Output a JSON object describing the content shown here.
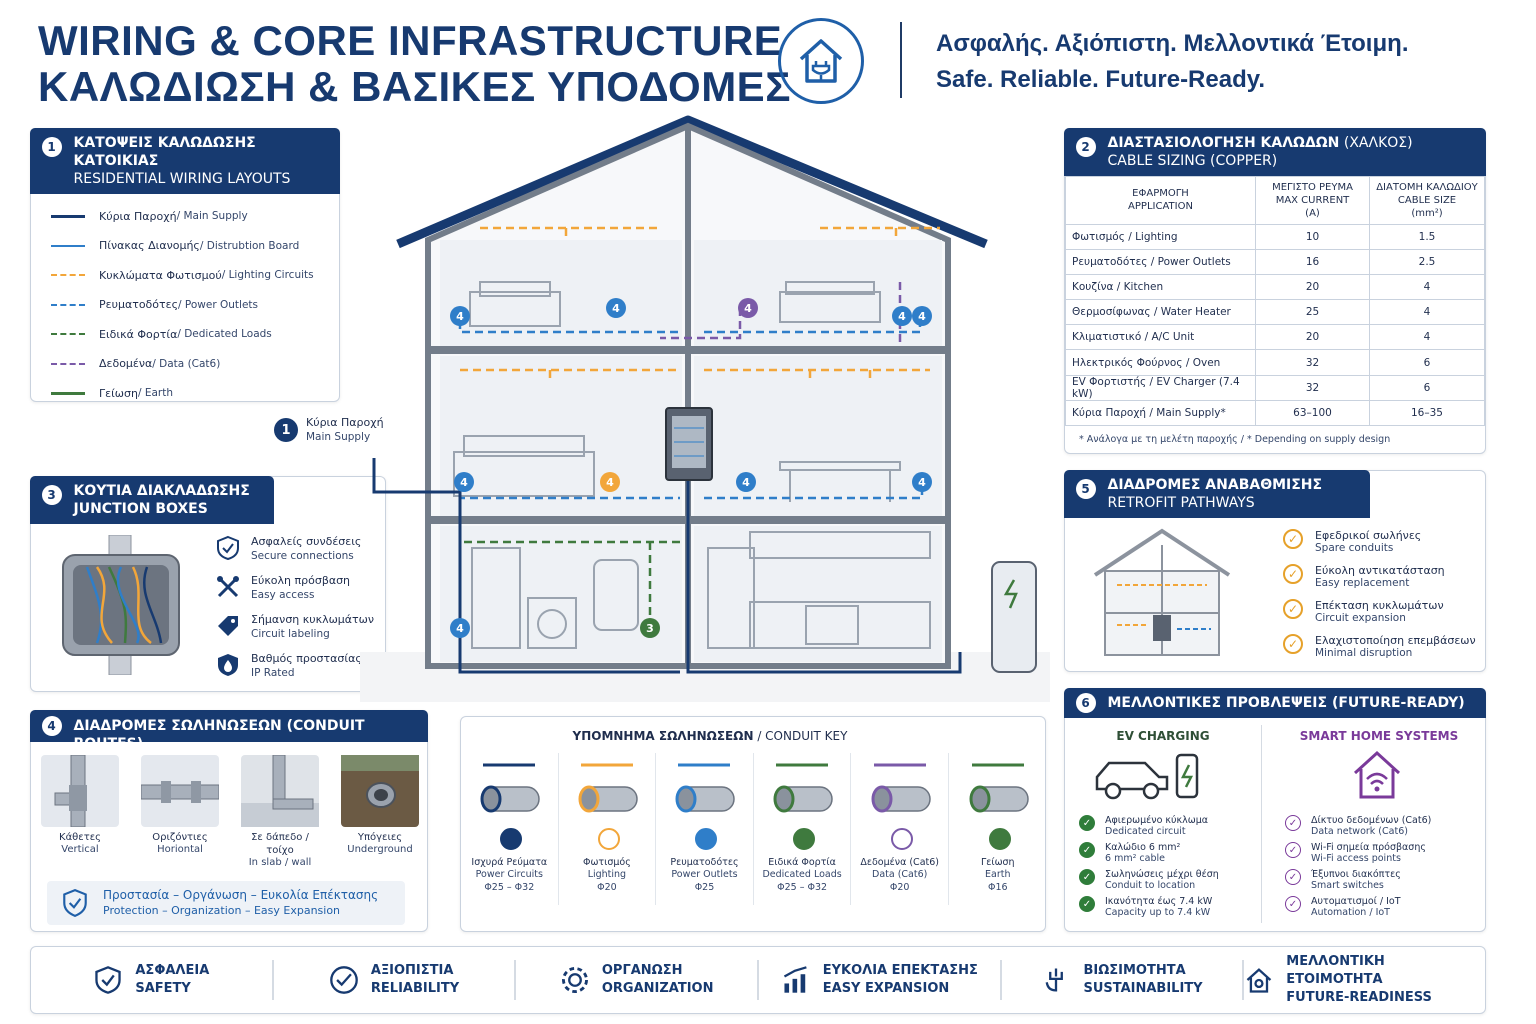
{
  "header": {
    "title_en": "WIRING & CORE INFRASTRUCTURE",
    "title_el": "ΚΑΛΩΔΙΩΣΗ & ΒΑΣΙΚΕΣ ΥΠΟΔΟΜΕΣ",
    "tag_el": "Ασφαλής. Αξιόπιστη. Μελλοντικά Έτοιμη.",
    "tag_en": "Safe. Reliable. Future-Ready."
  },
  "colors": {
    "navy": "#173a70",
    "blue": "#2f7ec9",
    "orange": "#f2a63a",
    "green": "#3f7a3e",
    "purple": "#7a5aa8"
  },
  "layouts": {
    "num": "1",
    "title_el": "ΚΑΤΟΨΕΙΣ ΚΑΛΩΔΩΣΗΣ ΚΑΤΟΙΚΙΑΣ",
    "title_en": "RESIDENTIAL WIRING LAYOUTS",
    "items": [
      {
        "el": "Κύρια Παροχή",
        "en": " / Main Supply"
      },
      {
        "el": "Πίνακας Διανομής",
        "en": " / Distrubtion Board"
      },
      {
        "el": "Κυκλώματα Φωτισμού",
        "en": " / Lighting Circuits"
      },
      {
        "el": "Ρευματοδότες",
        "en": " / Power Outlets"
      },
      {
        "el": "Ειδικά Φορτία",
        "en": " / Dedicated Loads"
      },
      {
        "el": "Δεδομένα",
        "en": " / Data (Cat6)"
      },
      {
        "el": "Γείωση",
        "en": " / Earth"
      }
    ]
  },
  "main_supply": {
    "num": "1",
    "el": "Κύρια Παροχή",
    "en": "Main Supply"
  },
  "junction": {
    "num": "3",
    "title_el": "ΚΟΥΤΙΑ ΔΙΑΚΛΑΔΩΣΗΣ",
    "title_en": "JUNCTION BOXES",
    "items": [
      {
        "el": "Ασφαλείς συνδέσεις",
        "en": "Secure connections",
        "icon": "shield-check-icon"
      },
      {
        "el": "Εύκολη πρόσβαση",
        "en": "Easy access",
        "icon": "tools-icon"
      },
      {
        "el": "Σήμανση κυκλωμάτων",
        "en": "Circuit labeling",
        "icon": "tag-icon"
      },
      {
        "el": "Βαθμός προστασίας IP",
        "en": "IP Rated",
        "icon": "drop-shield-icon"
      }
    ]
  },
  "conduits": {
    "num": "4",
    "title": "ΔΙΑΔΡΟΜΕΣ ΣΩΛΗΝΩΣΕΩΝ (CONDUIT ROUTES)",
    "items": [
      {
        "el": "Κάθετες",
        "en": "Vertical"
      },
      {
        "el": "Οριζόντιες",
        "en": "Horiontal"
      },
      {
        "el": "Σε δάπεδο / τοίχο",
        "en": "In slab / wall"
      },
      {
        "el": "Υπόγειες",
        "en": "Underground"
      }
    ],
    "banner_el": "Προστασία – Οργάνωση – Ευκολία Επέκτασης",
    "banner_en": "Protection – Organization – Easy Expansion"
  },
  "conduit_key": {
    "title_el": "ΥΠΟΜΝΗΜΑ ΣΩΛΗΝΩΣΕΩΝ",
    "title_en": " / CONDUIT KEY",
    "items": [
      {
        "el": "Ισχυρά Ρεύματα",
        "en": "Power Circuits",
        "size": "Φ25 – Φ32"
      },
      {
        "el": "Φωτισμός",
        "en": "Lighting",
        "size": "Φ20"
      },
      {
        "el": "Ρευματοδότες",
        "en": "Power Outlets",
        "size": "Φ25"
      },
      {
        "el": "Ειδικά Φορτία",
        "en": "Dedicated Loads",
        "size": "Φ25 – Φ32"
      },
      {
        "el": "Δεδομένα (Cat6)",
        "en": "Data (Cat6)",
        "size": "Φ20"
      },
      {
        "el": "Γείωση",
        "en": "Earth",
        "size": "Φ16"
      }
    ]
  },
  "sizing": {
    "num": "2",
    "title_el": "ΔΙΑΣΤΑΣΙΟΛΟΓΗΣΗ ΚΑΛΩΔΩΝ",
    "title_el2": " (ΧΑΛΚΟΣ)",
    "title_en": "CABLE SIZING (COPPER)",
    "headers": [
      {
        "el": "ΕΦΑΡΜΟΓΗ",
        "en": "APPLICATION"
      },
      {
        "el": "ΜΕΓΙΣΤΟ ΡΕΥΜΑ",
        "en": "MAX CURRENT",
        "unit": "(A)"
      },
      {
        "el": "ΔΙΑΤΟΜΗ ΚΑΛΩΔΙΟΥ",
        "en": "CABLE SIZE",
        "unit": "(mm²)"
      }
    ],
    "rows": [
      {
        "app": "Φωτισμός / Lighting",
        "current": "10",
        "size": "1.5"
      },
      {
        "app": "Ρευματοδότες / Power Outlets",
        "current": "16",
        "size": "2.5"
      },
      {
        "app": "Κουζίνα / Kitchen",
        "current": "20",
        "size": "4"
      },
      {
        "app": "Θερμοσίφωνας / Water Heater",
        "current": "25",
        "size": "4"
      },
      {
        "app": "Κλιματιστικό / A/C Unit",
        "current": "20",
        "size": "4"
      },
      {
        "app": "Ηλεκτρικός Φούρνος / Oven",
        "current": "32",
        "size": "6"
      },
      {
        "app": "EV Φορτιστής / EV Charger (7.4 kW)",
        "current": "32",
        "size": "6"
      },
      {
        "app": "Κύρια Παροχή / Main Supply*",
        "current": "63–100",
        "size": "16–35"
      }
    ],
    "note": "* Ανάλογα με τη μελέτη παροχής / * Depending on supply design"
  },
  "retrofit": {
    "num": "5",
    "title_el": "ΔΙΑΔΡΟΜΕΣ ΑΝΑΒΑΘΜΙΣΗΣ",
    "title_en": "RETROFIT PATHWAYS",
    "items": [
      {
        "el": "Εφεδρικοί σωλήνες",
        "en": "Spare conduits"
      },
      {
        "el": "Εύκολη αντικατάσταση",
        "en": "Easy replacement"
      },
      {
        "el": "Επέκταση κυκλωμάτων",
        "en": "Circuit expansion"
      },
      {
        "el": "Ελαχιστοποίηση επεμβάσεων",
        "en": "Minimal disruption"
      }
    ]
  },
  "future": {
    "num": "6",
    "title": "ΜΕΛΛΟΝΤΙΚΕΣ ΠΡΟΒΛΕΨΕΙΣ (FUTURE-READY)",
    "ev_title": "EV CHARGING",
    "ev_items": [
      {
        "el": "Αφιερωμένο κύκλωμα",
        "en": "Dedicated circuit"
      },
      {
        "el": "Καλώδιο 6 mm²",
        "en": "6 mm² cable"
      },
      {
        "el": "Σωληνώσεις μέχρι θέση",
        "en": "Conduit to location"
      },
      {
        "el": "Ικανότητα έως 7.4 kW",
        "en": "Capacity up to 7.4 kW"
      }
    ],
    "smart_title": "SMART HOME SYSTEMS",
    "smart_items": [
      {
        "el": "Δίκτυο δεδομένων (Cat6)",
        "en": "Data network (Cat6)"
      },
      {
        "el": "Wi-Fi σημεία πρόσβασης",
        "en": "Wi-Fi access points"
      },
      {
        "el": "Έξυπνοι διακόπτες",
        "en": "Smart switches"
      },
      {
        "el": "Αυτοματισμοί / IoT",
        "en": "Automation / IoT"
      }
    ]
  },
  "house": {
    "badges": [
      "4",
      "4",
      "4",
      "4",
      "4",
      "4",
      "4",
      "4",
      "4",
      "4",
      "3"
    ]
  },
  "footer": [
    {
      "el": "ΑΣΦΑΛΕΙΑ",
      "en": "SAFETY"
    },
    {
      "el": "ΑΞΙΟΠΙΣΤΙΑ",
      "en": "RELIABILITY"
    },
    {
      "el": "ΟΡΓΑΝΩΣΗ",
      "en": "ORGANIZATION"
    },
    {
      "el": "ΕΥΚΟΛΙΑ ΕΠΕΚΤΑΣΗΣ",
      "en": "EASY EXPANSION"
    },
    {
      "el": "ΒΙΩΣΙΜΟΤΗΤΑ",
      "en": "SUSTAINABILITY"
    },
    {
      "el": "ΜΕΛΛΟΝΤΙΚΗ ΕΤΟΙΜΟΤΗΤΑ",
      "en": "FUTURE-READINESS"
    }
  ]
}
